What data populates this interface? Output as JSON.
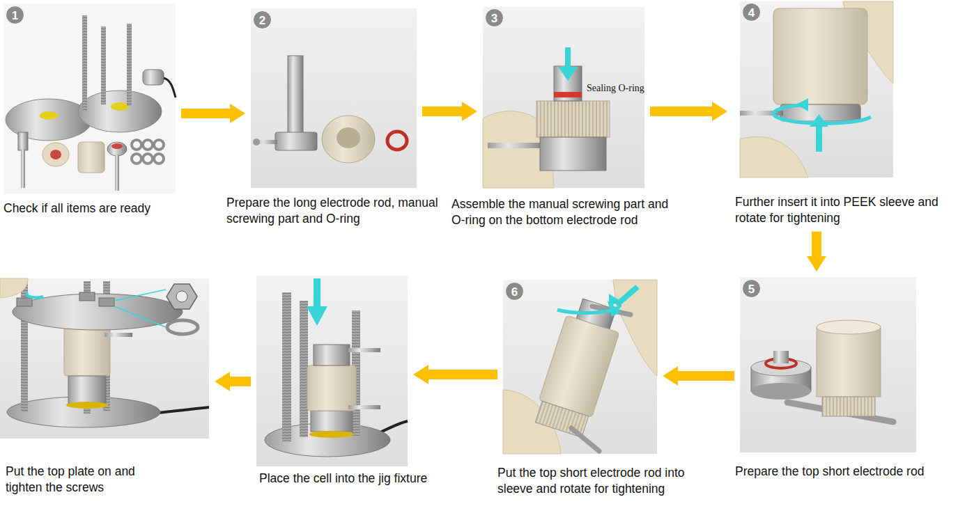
{
  "diagram": {
    "nodes": [
      {
        "text": [
          "1",
          "Check if all items are ready"
        ]
      },
      {
        "text": [
          "2",
          "Prepare the long electrode rod, manual screwing part and O-ring"
        ]
      },
      {
        "text": [
          "3",
          "Assemble the manual screwing part and O-ring on the bottom electrode rod"
        ]
      },
      {
        "text": [
          "4",
          "Further insert it into PEEK sleeve and rotate for tightening"
        ]
      },
      {
        "text": [
          "5",
          "Prepare the top short electrode rod"
        ]
      },
      {
        "text": [
          "6",
          "Put the top short electrode rod into sleeve and rotate for tightening"
        ]
      },
      {
        "text": [
          "Place the cell into the jig fixture"
        ]
      },
      {
        "text": [
          "Put the top plate on and tighten the screws"
        ]
      }
    ],
    "edges": [
      {
        "from": 0,
        "to": 1,
        "arrow": "to"
      },
      {
        "from": 1,
        "to": 2,
        "arrow": "to"
      },
      {
        "from": 2,
        "to": 3,
        "arrow": "to"
      },
      {
        "from": 3,
        "to": 4,
        "arrow": "to"
      },
      {
        "from": 4,
        "to": 5,
        "arrow": "to"
      },
      {
        "from": 5,
        "to": 6,
        "arrow": "to"
      },
      {
        "from": 6,
        "to": 7,
        "arrow": "to"
      }
    ],
    "labels": [
      "Sealing O-ring"
    ]
  }
}
